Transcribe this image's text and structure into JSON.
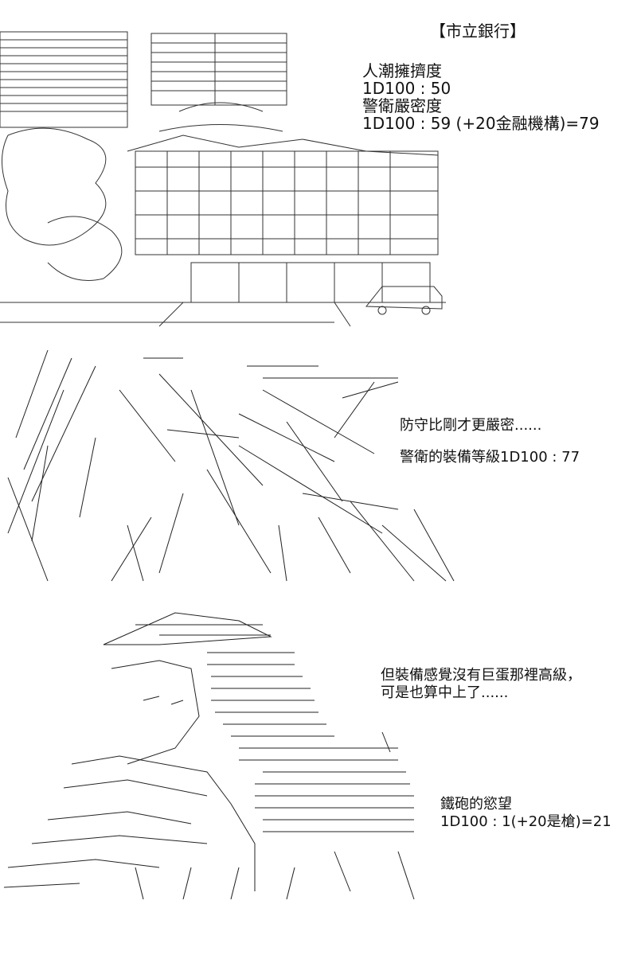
{
  "panel1": {
    "title": "【市立銀行】",
    "lines": [
      "人潮擁擠度",
      "1D100 : 50",
      "警衛嚴密度",
      "1D100 : 59 (+20金融機構)=79"
    ]
  },
  "panel2": {
    "lines": [
      "防守比剛才更嚴密......",
      "警衛的裝備等級1D100 : 77"
    ]
  },
  "panel3": {
    "lines": [
      "但裝備感覺沒有巨蛋那裡高級，",
      "可是也算中上了......"
    ],
    "roll_lines": [
      "鐵砲的慾望",
      "1D100 : 1(+20是槍)=21"
    ]
  }
}
